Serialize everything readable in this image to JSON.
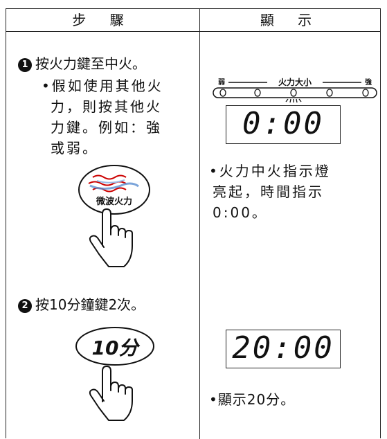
{
  "table": {
    "col_steps": "步 驟",
    "col_display": "顯 示"
  },
  "step1": {
    "number": "1",
    "instruction": "按火力鍵至中火。",
    "note_lines": [
      "•假如使用其他火",
      "力，則按其他火",
      "力鍵。例如：強",
      "或弱。"
    ],
    "button_label": "微波火力"
  },
  "display1": {
    "power_scale_label": "火力大小",
    "lcd_value": "0:00",
    "note_lines": [
      "•火力中火指示燈",
      "亮起，時間指示",
      "0:00。"
    ]
  },
  "step2": {
    "number": "2",
    "instruction": "按10分鐘鍵2次。",
    "button_label": "10分"
  },
  "display2": {
    "lcd_value": "20:00",
    "note": "•顯示20分。"
  }
}
